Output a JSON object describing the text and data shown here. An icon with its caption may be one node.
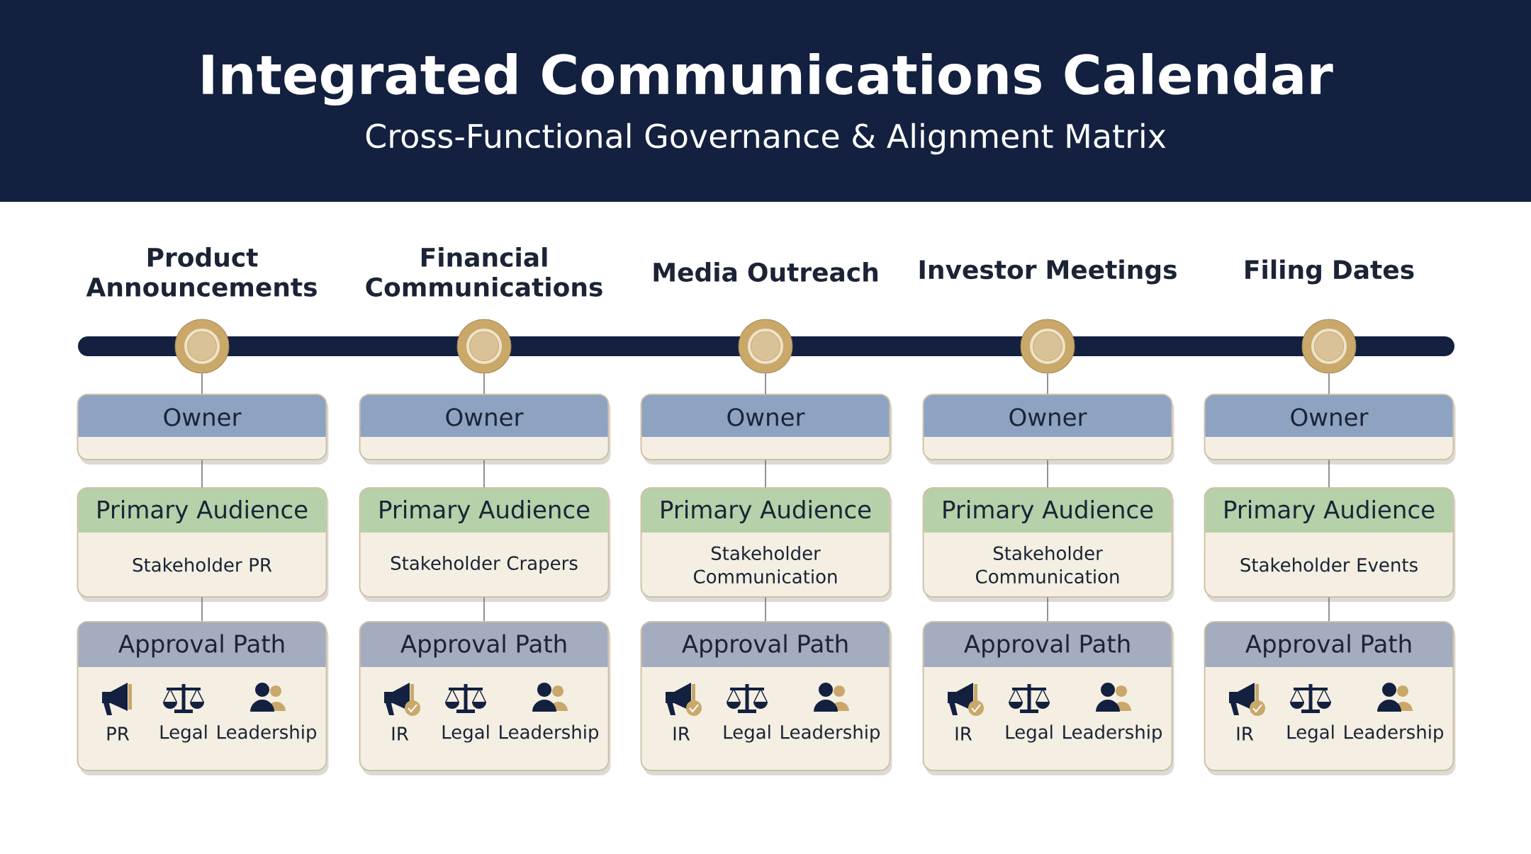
{
  "diagram": {
    "title": "Integrated Communications Calendar",
    "nodes": [
      {
        "text": [
          "Product Announcements"
        ]
      },
      {
        "text": [
          "Owner"
        ]
      },
      {
        "text": [
          "Primary Audience",
          "Stakeholder PR"
        ]
      },
      {
        "text": [
          "Approval Path",
          "PR",
          "Legal",
          "Leadership"
        ]
      },
      {
        "text": [
          "Financial Communications"
        ]
      },
      {
        "text": [
          "Owner"
        ]
      },
      {
        "text": [
          "Primary Audience",
          "Stakeholder Crapers"
        ]
      },
      {
        "text": [
          "Approval Path",
          "IR",
          "Legal",
          "Leadership"
        ]
      },
      {
        "text": [
          "Media Outreach"
        ]
      },
      {
        "text": [
          "Owner"
        ]
      },
      {
        "text": [
          "Primary Audience",
          "Stakeholder Communication"
        ]
      },
      {
        "text": [
          "Approval Path",
          "IR",
          "Legal",
          "Leadership"
        ]
      },
      {
        "text": [
          "Investor Meetings"
        ]
      },
      {
        "text": [
          "Owner"
        ]
      },
      {
        "text": [
          "Primary Audience",
          "Stakeholder Communication"
        ]
      },
      {
        "text": [
          "Approval Path",
          "IR",
          "Legal",
          "Leadership"
        ]
      },
      {
        "text": [
          "Filing Dates"
        ]
      },
      {
        "text": [
          "Owner"
        ]
      },
      {
        "text": [
          "Primary Audience",
          "Stakeholder Events"
        ]
      },
      {
        "text": [
          "Approval Path",
          "IR",
          "Legal",
          "Leadership"
        ]
      }
    ],
    "edges": [
      {
        "from": 0,
        "to": 1,
        "arrow": "none"
      },
      {
        "from": 1,
        "to": 2,
        "arrow": "none"
      },
      {
        "from": 2,
        "to": 3,
        "arrow": "none"
      },
      {
        "from": 4,
        "to": 5,
        "arrow": "none"
      },
      {
        "from": 5,
        "to": 6,
        "arrow": "none"
      },
      {
        "from": 6,
        "to": 7,
        "arrow": "none"
      },
      {
        "from": 8,
        "to": 9,
        "arrow": "none"
      },
      {
        "from": 9,
        "to": 10,
        "arrow": "none"
      },
      {
        "from": 10,
        "to": 11,
        "arrow": "none"
      },
      {
        "from": 12,
        "to": 13,
        "arrow": "none"
      },
      {
        "from": 13,
        "to": 14,
        "arrow": "none"
      },
      {
        "from": 14,
        "to": 15,
        "arrow": "none"
      },
      {
        "from": 16,
        "to": 17,
        "arrow": "none"
      },
      {
        "from": 17,
        "to": 18,
        "arrow": "none"
      },
      {
        "from": 18,
        "to": 19,
        "arrow": "none"
      }
    ],
    "labels": [
      "Cross-Functional Governance & Alignment Matrix"
    ]
  }
}
